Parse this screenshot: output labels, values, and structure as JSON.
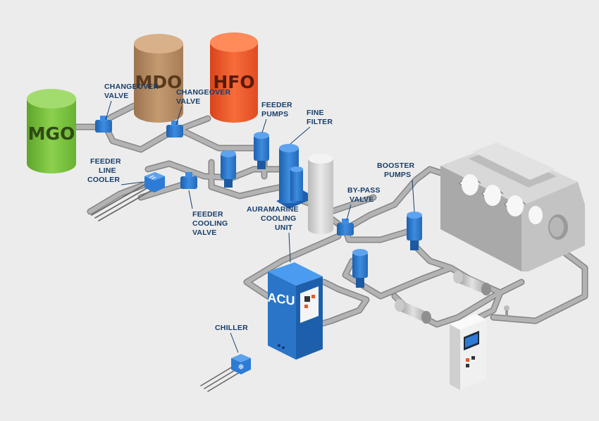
{
  "tanks": {
    "mgo": {
      "label": "MGO",
      "color": "#7cc242"
    },
    "mdo": {
      "label": "MDO",
      "color": "#b28a62"
    },
    "hfo": {
      "label": "HFO",
      "color": "#ee5a2d"
    }
  },
  "acu_label": "ACU",
  "labels": {
    "changeover_left": [
      "CHANGEOVER",
      "VALVE"
    ],
    "changeover_right": [
      "CHANGEOVER",
      "VALVE"
    ],
    "feeder_pumps": [
      "FEEDER",
      "PUMPS"
    ],
    "fine_filter": [
      "FINE",
      "FILTER"
    ],
    "feeder_line_cooler": [
      "FEEDER",
      "LINE",
      "COOLER"
    ],
    "feeder_cooling_valve": [
      "FEEDER",
      "COOLING",
      "VALVE"
    ],
    "auramarine_cooling_unit": [
      "AURAMARINE",
      "COOLING",
      "UNIT"
    ],
    "booster_pumps": [
      "BOOSTER",
      "PUMPS"
    ],
    "by_pass_valve": [
      "BY-PASS",
      "VALVE"
    ],
    "chiller": [
      "CHILLER"
    ]
  },
  "colors": {
    "pipe": "#a5a5a5",
    "pipe_edge": "#7f7f7f",
    "blue": "#2d7bd4",
    "blue_dark": "#1b5aa3",
    "label": "#173d6a"
  }
}
